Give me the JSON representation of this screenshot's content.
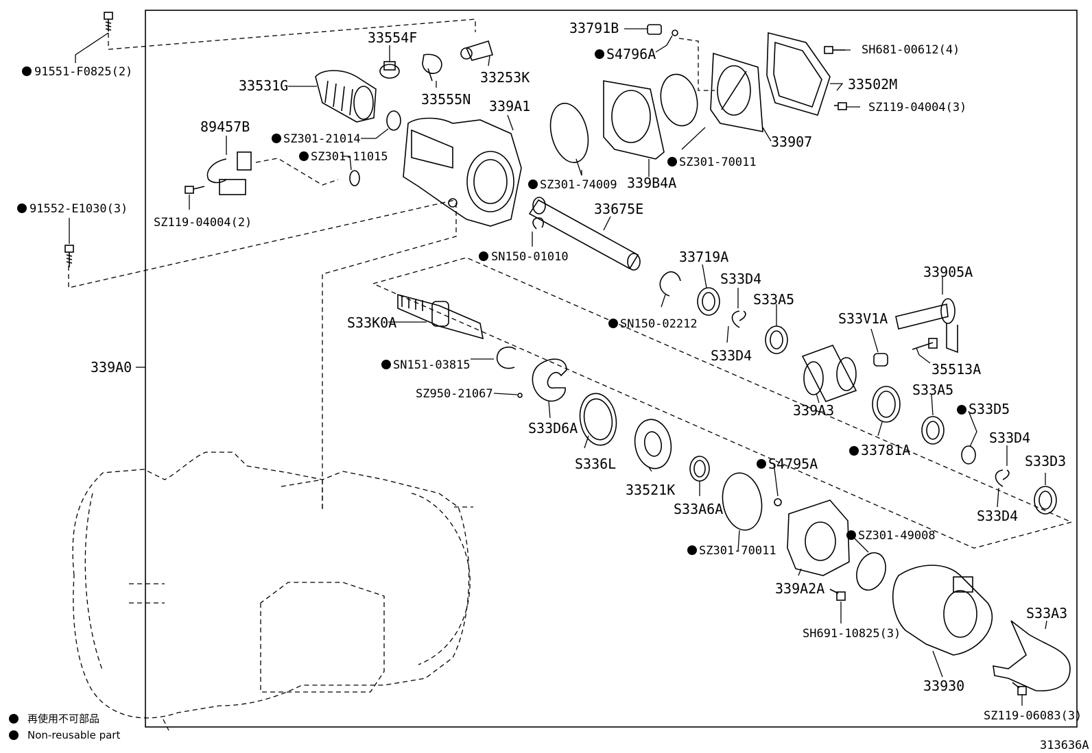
{
  "figure_code": "313636A",
  "legend": {
    "jp_text": "再使用不可部品",
    "en_text": "Non-reusable part"
  },
  "assembly": {
    "label": "339A0",
    "non_reusable": false
  },
  "parts": [
    {
      "label": "91551-F0825(2)",
      "non_reusable": true
    },
    {
      "label": "91552-E1030(3)",
      "non_reusable": true
    },
    {
      "label": "33554F",
      "non_reusable": false
    },
    {
      "label": "33253K",
      "non_reusable": false
    },
    {
      "label": "33531G",
      "non_reusable": false
    },
    {
      "label": "33555N",
      "non_reusable": false
    },
    {
      "label": "339A1",
      "non_reusable": false
    },
    {
      "label": "SZ301-21014",
      "non_reusable": true
    },
    {
      "label": "SZ301-11015",
      "non_reusable": true
    },
    {
      "label": "89457B",
      "non_reusable": false
    },
    {
      "label": "SZ119-04004(2)",
      "non_reusable": false
    },
    {
      "label": "33791B",
      "non_reusable": false
    },
    {
      "label": "S4796A",
      "non_reusable": true
    },
    {
      "label": "SH681-00612(4)",
      "non_reusable": false
    },
    {
      "label": "33502M",
      "non_reusable": false
    },
    {
      "label": "SZ119-04004(3)",
      "non_reusable": false
    },
    {
      "label": "33907",
      "non_reusable": false
    },
    {
      "label": "SZ301-70011",
      "non_reusable": true
    },
    {
      "label": "339B4A",
      "non_reusable": false
    },
    {
      "label": "SZ301-74009",
      "non_reusable": true
    },
    {
      "label": "33675E",
      "non_reusable": false
    },
    {
      "label": "SN150-01010",
      "non_reusable": true
    },
    {
      "label": "33719A",
      "non_reusable": false
    },
    {
      "label": "SN150-02212",
      "non_reusable": true
    },
    {
      "label": "S33D4",
      "non_reusable": false
    },
    {
      "label": "S33A5",
      "non_reusable": false
    },
    {
      "label": "S33D4",
      "non_reusable": false
    },
    {
      "label": "33905A",
      "non_reusable": false
    },
    {
      "label": "S33V1A",
      "non_reusable": false
    },
    {
      "label": "35513A",
      "non_reusable": false
    },
    {
      "label": "339A3",
      "non_reusable": false
    },
    {
      "label": "S33K0A",
      "non_reusable": false
    },
    {
      "label": "SN151-03815",
      "non_reusable": true
    },
    {
      "label": "SZ950-21067",
      "non_reusable": false
    },
    {
      "label": "S33D6A",
      "non_reusable": false
    },
    {
      "label": "S336L",
      "non_reusable": false
    },
    {
      "label": "33521K",
      "non_reusable": false
    },
    {
      "label": "S33A6A",
      "non_reusable": false
    },
    {
      "label": "S4795A",
      "non_reusable": true
    },
    {
      "label": "SZ301-70011",
      "non_reusable": true
    },
    {
      "label": "339A2A",
      "non_reusable": false
    },
    {
      "label": "SZ301-49008",
      "non_reusable": true
    },
    {
      "label": "SH691-10825(3)",
      "non_reusable": false
    },
    {
      "label": "33930",
      "non_reusable": false
    },
    {
      "label": "S33A3",
      "non_reusable": false
    },
    {
      "label": "SZ119-06083(3)",
      "non_reusable": false
    },
    {
      "label": "S33A5",
      "non_reusable": false
    },
    {
      "label": "S33D5",
      "non_reusable": true
    },
    {
      "label": "33781A",
      "non_reusable": true
    },
    {
      "label": "S33D4",
      "non_reusable": false
    },
    {
      "label": "S33D3",
      "non_reusable": false
    },
    {
      "label": "S33D4",
      "non_reusable": false
    }
  ]
}
